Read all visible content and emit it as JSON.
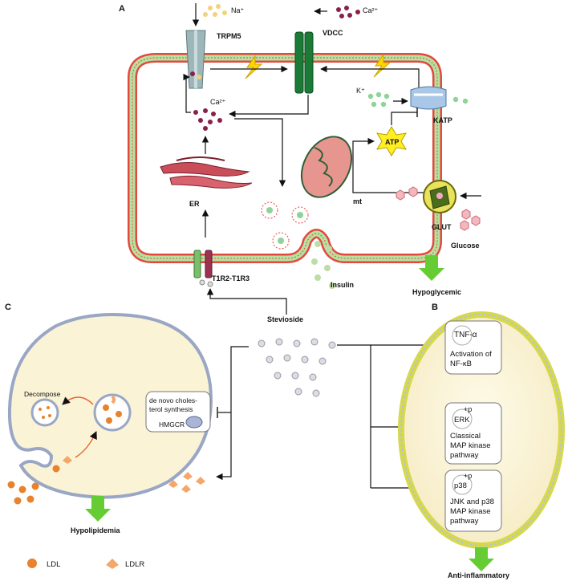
{
  "panels": {
    "a": "A",
    "b": "B",
    "c": "C"
  },
  "panel_a": {
    "na": "Na⁺",
    "ca_top": "Ca²⁺",
    "trpm5": "TRPM5",
    "vdcc": "VDCC",
    "k": "K⁺",
    "katp": "KATP",
    "ca_mid": "Ca²⁺",
    "atp": "ATP",
    "er": "ER",
    "mt": "mt",
    "glut": "GLUT",
    "glucose": "Glucose",
    "t1r": "T1R2-T1R3",
    "insulin": "Insulin",
    "outcome": "Hypoglycemic"
  },
  "center": {
    "stevioside": "Stevioside"
  },
  "panel_b": {
    "tnf": "TNF-α",
    "box1_line1": "Activation of",
    "box1_line2": "NF-κB",
    "p1": "+p",
    "erk": "ERK",
    "box2_line1": "Classical",
    "box2_line2": "MAP kinase",
    "box2_line3": "pathway",
    "p2": "+p",
    "p38": "p38",
    "box3_line1": "JNK and p38",
    "box3_line2": "MAP kinase",
    "box3_line3": "pathway",
    "outcome": "Anti-inflammatory"
  },
  "panel_c": {
    "decompose": "Decompose",
    "denovo_line1": "de novo choles-",
    "denovo_line2": "terol synthesis",
    "hmgcr": "HMGCR",
    "outcome": "Hypolipidemia",
    "legend_ldl": "LDL",
    "legend_ldlr": "LDLR"
  },
  "colors": {
    "membrane_red": "#e4473e",
    "membrane_green": "#b4e3a1",
    "cell_fill": "#faf3d6",
    "arrow_green": "#66cc33",
    "ca_dot": "#8a1f4c",
    "k_dot": "#8fd39b",
    "ldl_orange": "#e8822c",
    "atp_yellow": "#ffee22"
  }
}
